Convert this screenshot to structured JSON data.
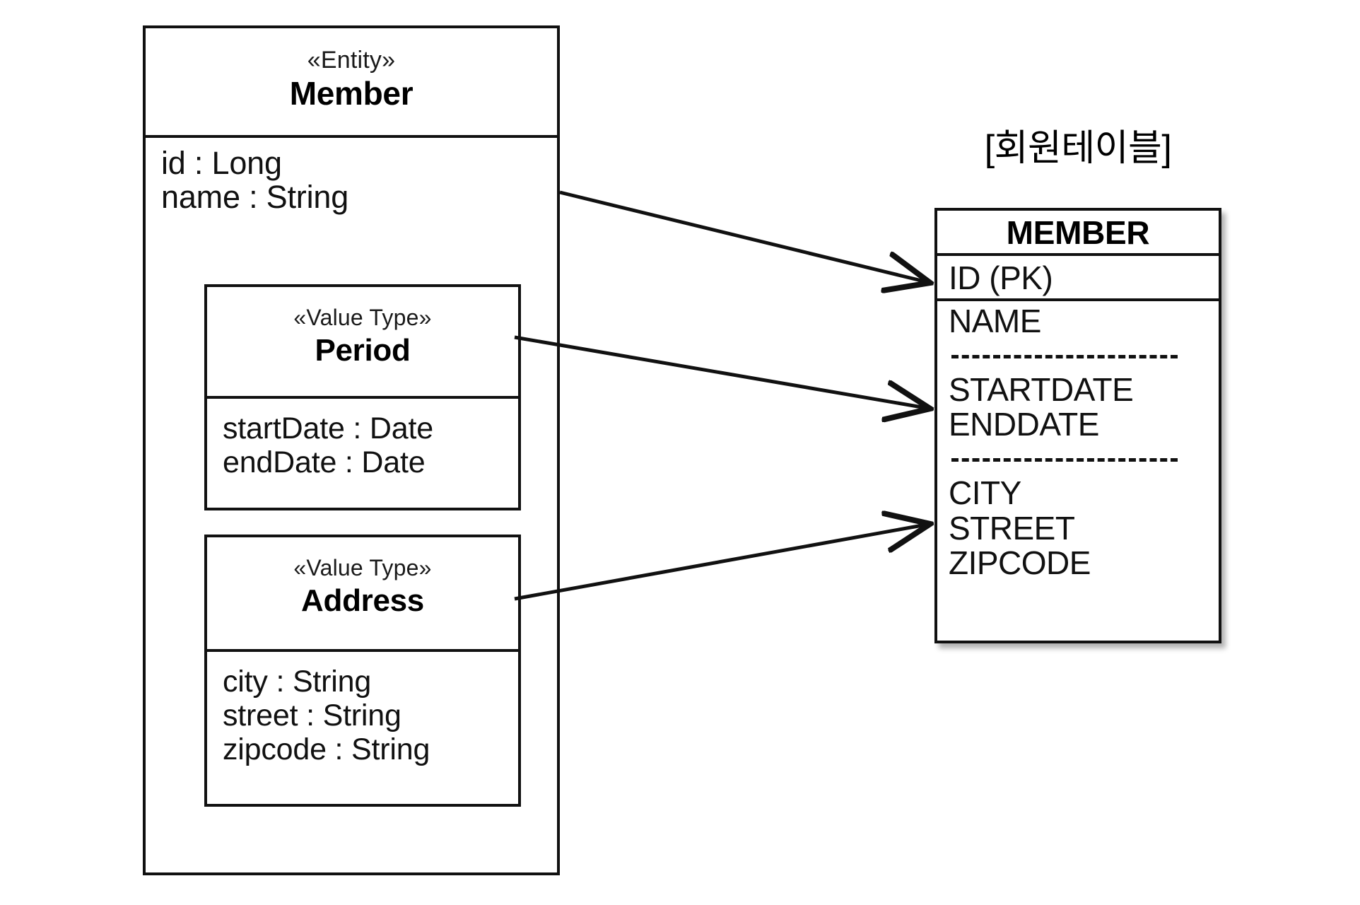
{
  "diagram": {
    "title_caption": "[회원테이블]",
    "entity": {
      "stereotype": "«Entity»",
      "name": "Member",
      "attributes": [
        "id : Long",
        "name : String"
      ]
    },
    "value_types": [
      {
        "stereotype": "«Value Type»",
        "name": "Period",
        "attributes": [
          "startDate : Date",
          "endDate : Date"
        ]
      },
      {
        "stereotype": "«Value Type»",
        "name": "Address",
        "attributes": [
          "city : String",
          "street : String",
          "zipcode : String"
        ]
      }
    ],
    "table": {
      "name": "MEMBER",
      "primary_key_column": "ID (PK)",
      "groups": [
        {
          "columns": [
            "NAME"
          ]
        },
        {
          "columns": [
            "STARTDATE",
            "ENDDATE"
          ]
        },
        {
          "columns": [
            "CITY",
            "STREET",
            "ZIPCODE"
          ]
        }
      ]
    },
    "mappings": [
      {
        "from": "Member",
        "to": "ID (PK)"
      },
      {
        "from": "Period",
        "to": "STARTDATE / ENDDATE"
      },
      {
        "from": "Address",
        "to": "CITY / STREET / ZIPCODE"
      }
    ],
    "colors": {
      "stroke": "#111111",
      "background": "#ffffff",
      "text": "#000000"
    }
  }
}
